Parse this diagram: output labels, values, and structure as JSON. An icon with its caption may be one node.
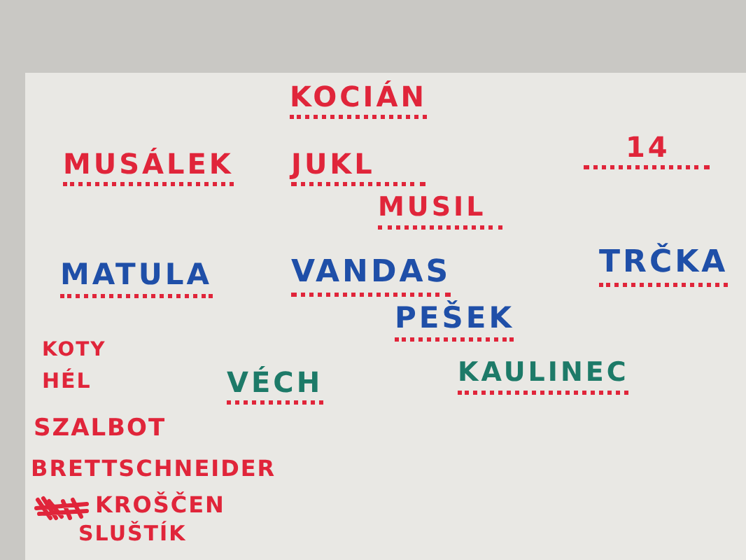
{
  "diagram": {
    "labels": [
      "KOCIÁN",
      "MUSÁLEK",
      "JUKL",
      "14",
      "MUSIL",
      "MATULA",
      "VANDAS",
      "TRČKA",
      "PEŠEK",
      "KOTY",
      "HÉL",
      "VÉCH",
      "KAULINEC",
      "SZALBOT",
      "BRETTSCHNEIDER",
      "KROŠČEN",
      "SLUŠTÍK"
    ]
  }
}
